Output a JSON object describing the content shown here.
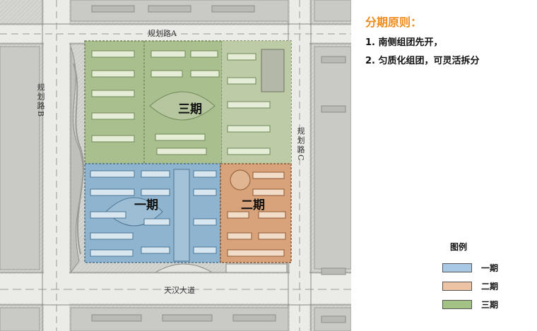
{
  "roads": {
    "road_a": "规划路A",
    "road_b": "规划路B",
    "road_c": "规划路C",
    "main_road": "天汉大道"
  },
  "phases": {
    "phase1": "一期",
    "phase2": "二期",
    "phase3": "三期"
  },
  "principles": {
    "title": "分期原则：",
    "items": [
      "1. 南侧组团先开，",
      "2. 匀质化组团，可灵活拆分"
    ]
  },
  "legend": {
    "title": "图例",
    "items": [
      {
        "label": "一期",
        "color": "#a9c8e6"
      },
      {
        "label": "二期",
        "color": "#ecc4a4"
      },
      {
        "label": "三期",
        "color": "#a2c384"
      }
    ]
  },
  "colors": {
    "accent": "#f08a1c",
    "phase1": "#8fb4cf",
    "phase2": "#d8a27a",
    "phase3": "#a9bf8e"
  }
}
